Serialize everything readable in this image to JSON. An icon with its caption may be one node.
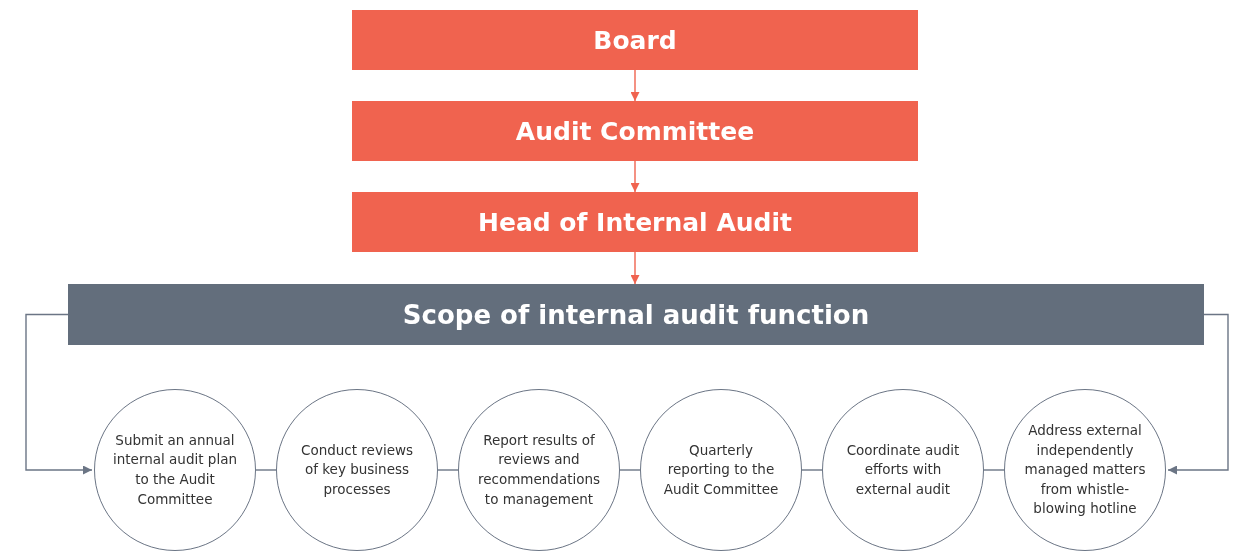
{
  "diagram": {
    "nodes": [
      {
        "text": [
          "Board"
        ]
      },
      {
        "text": [
          "Audit Committee"
        ]
      },
      {
        "text": [
          "Head of Internal Audit"
        ]
      },
      {
        "text": [
          "Scope of internal audit function"
        ]
      },
      {
        "text": [
          "Submit an annual internal audit plan to the Audit Committee"
        ]
      },
      {
        "text": [
          "Conduct reviews of key business processes"
        ]
      },
      {
        "text": [
          "Report results of reviews and recommendations to management"
        ]
      },
      {
        "text": [
          "Quarterly reporting to the Audit Committee"
        ]
      },
      {
        "text": [
          "Coordinate audit efforts with external audit"
        ]
      },
      {
        "text": [
          "Address external independently managed matters from whistle-blowing hotline"
        ]
      }
    ],
    "edges": [
      {
        "from": 0,
        "to": 1,
        "arrow": "to",
        "color": "#f0634f"
      },
      {
        "from": 1,
        "to": 2,
        "arrow": "to",
        "color": "#f0634f"
      },
      {
        "from": 2,
        "to": 3,
        "arrow": "to",
        "color": "#f0634f"
      },
      {
        "from": 3,
        "to": 4,
        "arrow": "to"
      },
      {
        "from": 3,
        "to": 9,
        "arrow": "to"
      },
      {
        "from": 4,
        "to": 5,
        "arrow": "none"
      },
      {
        "from": 5,
        "to": 6,
        "arrow": "none"
      },
      {
        "from": 6,
        "to": 7,
        "arrow": "none"
      },
      {
        "from": 7,
        "to": 8,
        "arrow": "none"
      },
      {
        "from": 8,
        "to": 9,
        "arrow": "none"
      }
    ]
  }
}
